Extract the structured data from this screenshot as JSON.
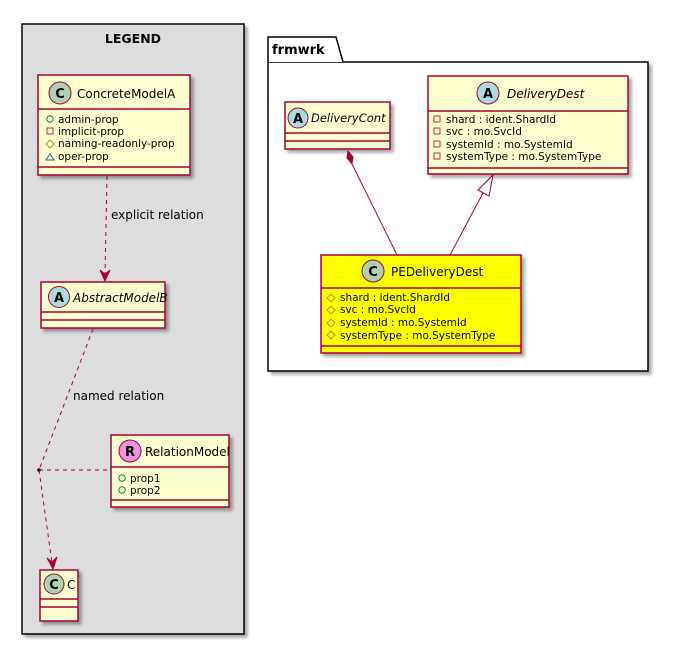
{
  "legend": {
    "title": "LEGEND",
    "concrete_model": {
      "stereotype": "C",
      "name": "ConcreteModelA",
      "attributes": [
        {
          "vis": "+",
          "text": "admin-prop"
        },
        {
          "vis": "-",
          "text": "implicit-prop"
        },
        {
          "vis": "#",
          "text": "naming-readonly-prop"
        },
        {
          "vis": "~",
          "text": "oper-prop"
        }
      ]
    },
    "explicit_relation_label": "explicit relation",
    "abstract_model": {
      "stereotype": "A",
      "name": "AbstractModelB"
    },
    "named_relation_label": "named relation",
    "relation_model": {
      "stereotype": "R",
      "name": "RelationModel",
      "attributes": [
        {
          "vis": "+",
          "text": "prop1"
        },
        {
          "vis": "+",
          "text": "prop2"
        }
      ]
    },
    "target_model": {
      "stereotype": "C",
      "name": "C"
    }
  },
  "package": {
    "name": "frmwrk",
    "delivery_cont": {
      "stereotype": "A",
      "name": "DeliveryCont"
    },
    "delivery_dest": {
      "stereotype": "A",
      "name": "DeliveryDest",
      "attributes": [
        {
          "vis": "-",
          "text": "shard : ident.ShardId"
        },
        {
          "vis": "-",
          "text": "svc : mo.SvcId"
        },
        {
          "vis": "-",
          "text": "systemId : mo.SystemId"
        },
        {
          "vis": "-",
          "text": "systemType : mo.SystemType"
        }
      ]
    },
    "pe_delivery_dest": {
      "stereotype": "C",
      "name": "PEDeliveryDest",
      "attributes": [
        {
          "vis": "#",
          "text": "shard : ident.ShardId"
        },
        {
          "vis": "#",
          "text": "svc : mo.SvcId"
        },
        {
          "vis": "#",
          "text": "systemId : mo.SystemId"
        },
        {
          "vis": "#",
          "text": "systemType : mo.SystemType"
        }
      ]
    }
  },
  "colors": {
    "class_fill": "#FEFECE",
    "class_border": "#A80036",
    "highlight_fill": "#FFFF00",
    "legend_fill": "#DDDDDD",
    "stereo_class": "#ADD1B2",
    "stereo_abstract": "#A9DCDF",
    "stereo_relation": "#EB93DF"
  }
}
